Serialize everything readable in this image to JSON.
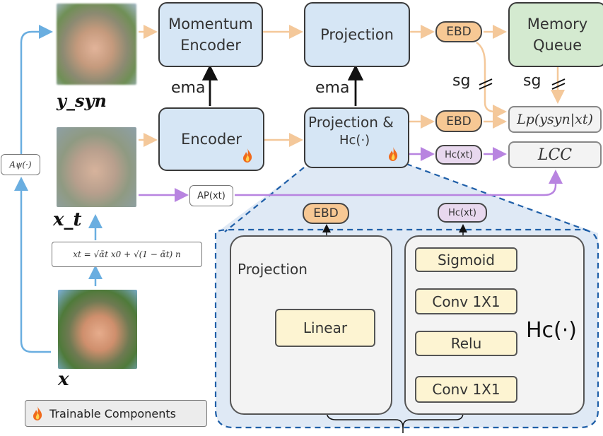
{
  "images": {
    "y_syn_label": "y_syn",
    "x_t_label": "x_t",
    "x_label": "x"
  },
  "boxes": {
    "momentum_encoder": "Momentum Encoder",
    "projection_top": "Projection",
    "memory_queue": "Memory Queue",
    "encoder": "Encoder",
    "projection_and": "Projection &",
    "hc_fn": "Hc(·)",
    "ebd_top": "EBD",
    "ebd_mid": "EBD",
    "ebd_detail": "EBD",
    "hc_xt": "Hc(xt)",
    "hc_xt_detail": "Hc(xt)",
    "ap_xt": "AP(xt)",
    "augment": "Aψ(·)",
    "noise_formula": "xt = √ᾱt x0 + √(1 − ᾱt) n"
  },
  "labels": {
    "ema_left": "ema",
    "ema_right": "ema",
    "sg_left": "sg",
    "sg_right": "sg"
  },
  "losses": {
    "l_p": "Lp(ysyn|xt)",
    "l_cc": "LCC"
  },
  "detail": {
    "projection_title": "Projection",
    "linear": "Linear",
    "sigmoid": "Sigmoid",
    "conv_top": "Conv 1X1",
    "relu": "Relu",
    "conv_bottom": "Conv 1X1",
    "hc_big": "Hc(·)"
  },
  "legend": {
    "trainable": "Trainable Components"
  },
  "colors": {
    "blue_arrow": "#6aaee0",
    "orange_arrow": "#f4c89a",
    "purple_arrow": "#c79be6",
    "dashed_border": "#1f5fa8"
  }
}
